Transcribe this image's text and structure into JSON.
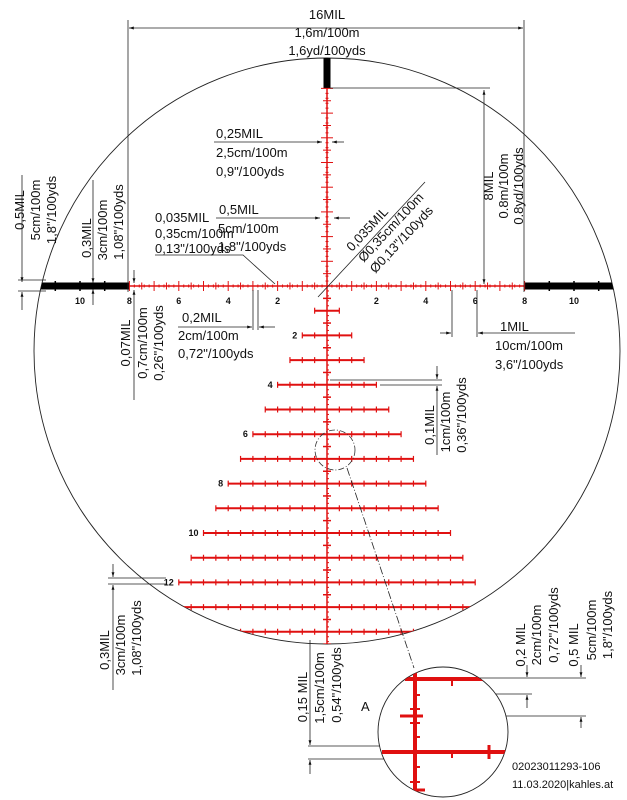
{
  "colors": {
    "reticle": "#e01010",
    "lines": "#222222",
    "posts": "#000000"
  },
  "dims": {
    "width": [
      "16MIL",
      "1,6m/100m",
      "1,6yd/100yds"
    ],
    "thin_post": [
      "0,25MIL",
      "2,5cm/100m",
      "0,9\"/100yds"
    ],
    "thick_tick": [
      "0,5MIL",
      "5cm/100m",
      "1,8\"/100yds"
    ],
    "line_width": [
      "0,035MIL",
      "0,35cm/100m",
      "0,13\"/100yds"
    ],
    "dot": [
      "0,035MIL",
      "Ø0,35cm/100m",
      "Ø0,13\"/100yds"
    ],
    "post_height": [
      "0,5MIL",
      "5cm/100m",
      "1,8\"/100yds"
    ],
    "post_tick": [
      "0,3MIL",
      "3cm/100m",
      "1,08\"/100yds"
    ],
    "top_gap": [
      "8MIL",
      "0.8m/100m",
      "0.8yd/100yds"
    ],
    "small_spacing": [
      "0,2MIL",
      "2cm/100m",
      "0,72\"/100yds"
    ],
    "tick_height": [
      "0,07MIL",
      "0,7cm/100m",
      "0,26\"/100yds"
    ],
    "mil_spacing": [
      "1MIL",
      "10cm/100m",
      "3,6\"/100yds"
    ],
    "row_tick": [
      "0,1MIL",
      "1cm/100m",
      "0,36\"/100yds"
    ],
    "row12_tick": [
      "0,3MIL",
      "3cm/100m",
      "1,08\"/100yds"
    ],
    "detail_thick": [
      "0,15 MIL",
      "1,5cm/100m",
      "0,54\"/100yds"
    ],
    "detail_small": [
      "0,2 MIL",
      "2cm/100m",
      "0,72\"/100yds"
    ],
    "detail_half": [
      "0,5 MIL",
      "5cm/100m",
      "1,8\"/100yds"
    ]
  },
  "horizontal_labels": [
    "10",
    "8",
    "6",
    "4",
    "2",
    "2",
    "4",
    "6",
    "8",
    "10"
  ],
  "vertical_labels": [
    "2",
    "4",
    "6",
    "8",
    "10",
    "12"
  ],
  "detail_label": "A",
  "footer": {
    "code": "02023011293-106",
    "date_site": "11.03.2020|kahles.at"
  }
}
